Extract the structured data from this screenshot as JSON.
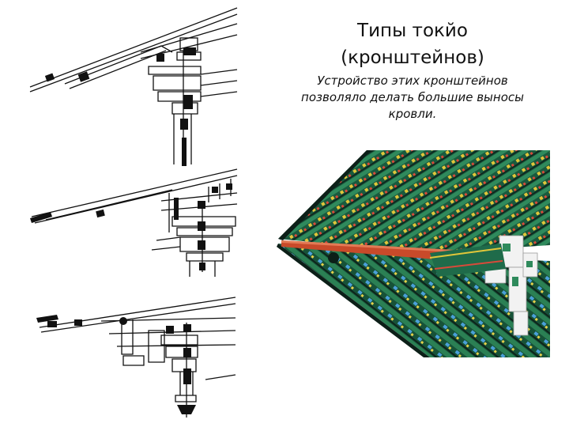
{
  "slide": {
    "title_lines": [
      "Типы токйо",
      "(кронштейнов)"
    ],
    "subtitle_lines": [
      "Устройство этих кронштейнов",
      "позволяло делать большие выносы",
      "кровли."
    ]
  },
  "colors": {
    "ink": "#111111",
    "roof_green": "#1f6b4a",
    "roof_red": "#c84a2a",
    "roof_dark": "#0f2a22",
    "accent_white": "#f2f2f2"
  },
  "figures": {
    "left_drawings": [
      "bracket-type-1",
      "bracket-type-2",
      "bracket-type-3"
    ],
    "right_photo": "painted-roof-bracket-photo"
  }
}
